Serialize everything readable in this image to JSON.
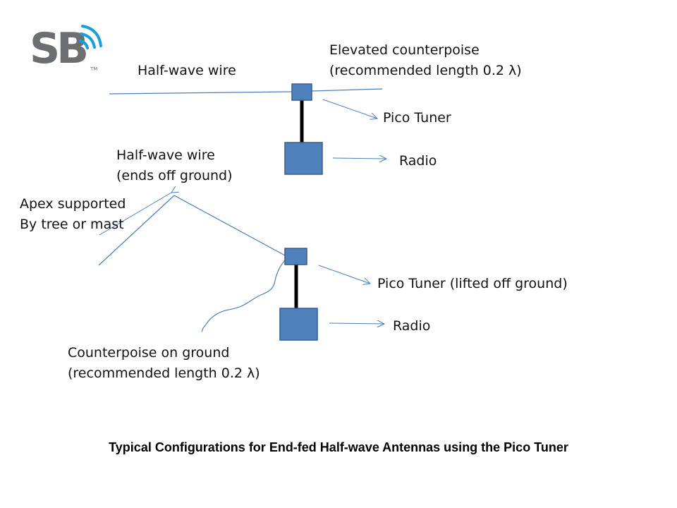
{
  "logo": {
    "text": "SB",
    "trademark": "TM"
  },
  "top": {
    "wire_label": "Half-wave wire",
    "counterpoise_label_1": "Elevated counterpoise",
    "counterpoise_label_2": "(recommended length 0.2 λ)",
    "tuner_label": "Pico Tuner",
    "radio_label": "Radio"
  },
  "bottom": {
    "wire_label_1": "Half-wave wire",
    "wire_label_2": "(ends off ground)",
    "apex_label_1": "Apex supported",
    "apex_label_2": "By tree or mast",
    "tuner_label": "Pico Tuner (lifted off ground)",
    "radio_label": "Radio",
    "counterpoise_label_1": "Counterpoise on ground",
    "counterpoise_label_2": "(recommended length 0.2 λ)"
  },
  "caption": "Typical Configurations for End-fed Half-wave Antennas using the Pico Tuner",
  "colors": {
    "box_fill": "#4f81bd",
    "box_stroke": "#385d8a",
    "wire": "#4a7ebb",
    "logo_waves": "#1a9dd9"
  }
}
